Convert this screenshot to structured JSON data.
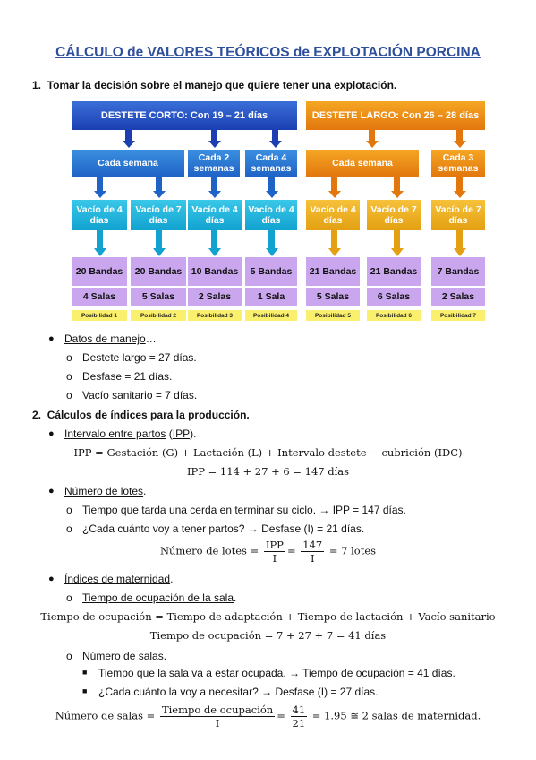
{
  "title": "CÁLCULO de VALORES TEÓRICOS de EXPLOTACIÓN PORCINA",
  "section1": {
    "num": "1.",
    "title": "Tomar la decisión sobre el manejo que quiere tener una explotación."
  },
  "diagram": {
    "top_left": "DESTETE CORTO: Con 19 – 21 días",
    "top_right": "DESTETE LARGO: Con 26 – 28 días",
    "row2": [
      "Cada semana",
      "Cada 2 semanas",
      "Cada 4 semanas",
      "Cada semana",
      "Cada 3 semanas"
    ],
    "vacios": [
      "Vacío de 4 días",
      "Vacío de 7 días",
      "Vacío de 4 días",
      "Vacío de 4 días",
      "Vacío de 4 días",
      "Vacío de 7 días",
      "Vacío de 7 días"
    ],
    "bandas": [
      "20 Bandas",
      "20 Bandas",
      "10 Bandas",
      "5 Bandas",
      "21 Bandas",
      "21 Bandas",
      "7 Bandas"
    ],
    "salas": [
      "4 Salas",
      "5 Salas",
      "2 Salas",
      "1 Sala",
      "5 Salas",
      "6 Salas",
      "2 Salas"
    ],
    "posibilidades": [
      "Posibilidad 1",
      "Posibilidad 2",
      "Posibilidad 3",
      "Posibilidad 4",
      "Posibilidad 5",
      "Posibilidad 6",
      "Posibilidad 7"
    ]
  },
  "datos": {
    "heading": "Datos de manejo",
    "heading_suffix": "…",
    "items": [
      "Destete largo = 27 días.",
      "Desfase = 21 días.",
      "Vacío sanitario = 7 días."
    ]
  },
  "section2": {
    "num": "2.",
    "title": "Cálculos de índices para la producción."
  },
  "ipp": {
    "heading": "Intervalo entre partos",
    "abbr": "IPP",
    "eq1": "IPP = Gestación (G) + Lactación (L) + Intervalo destete − cubrición (IDC)",
    "eq2": "IPP = 114 + 27 + 6 = 147 días"
  },
  "lotes": {
    "heading": "Número de lotes",
    "item1": "Tiempo que tarda una cerda en terminar su ciclo. → IPP = 147 días.",
    "item2": "¿Cada cuánto voy a tener partos? → Desfase (I) = 21 días.",
    "eq_left": "Número de lotes =",
    "f1_num": "IPP",
    "f1_den": "I",
    "f2_num": "147",
    "f2_den": "I",
    "eq_right": "= 7 lotes"
  },
  "maternidad": {
    "heading": "Índices de maternidad",
    "ocup_heading": "Tiempo de ocupación de la sala",
    "ocup_eq1": "Tiempo de ocupación = Tiempo de adaptación + Tiempo de lactación + Vacío sanitario",
    "ocup_eq2": "Tiempo de ocupación = 7 + 27 + 7 = 41 días",
    "salas_heading": "Número de salas",
    "salas_item1": "Tiempo que la sala va a estar ocupada. → Tiempo de ocupación = 41 días.",
    "salas_item2": "¿Cada cuánto la voy a necesitar? → Desfase (I) = 27 días.",
    "eq_left": "Número de salas =",
    "f1_num": "Tiempo de ocupación",
    "f1_den": "I",
    "f2_num": "41",
    "f2_den": "21",
    "eq_right": "= 1.95 ≅ 2 salas de maternidad."
  }
}
